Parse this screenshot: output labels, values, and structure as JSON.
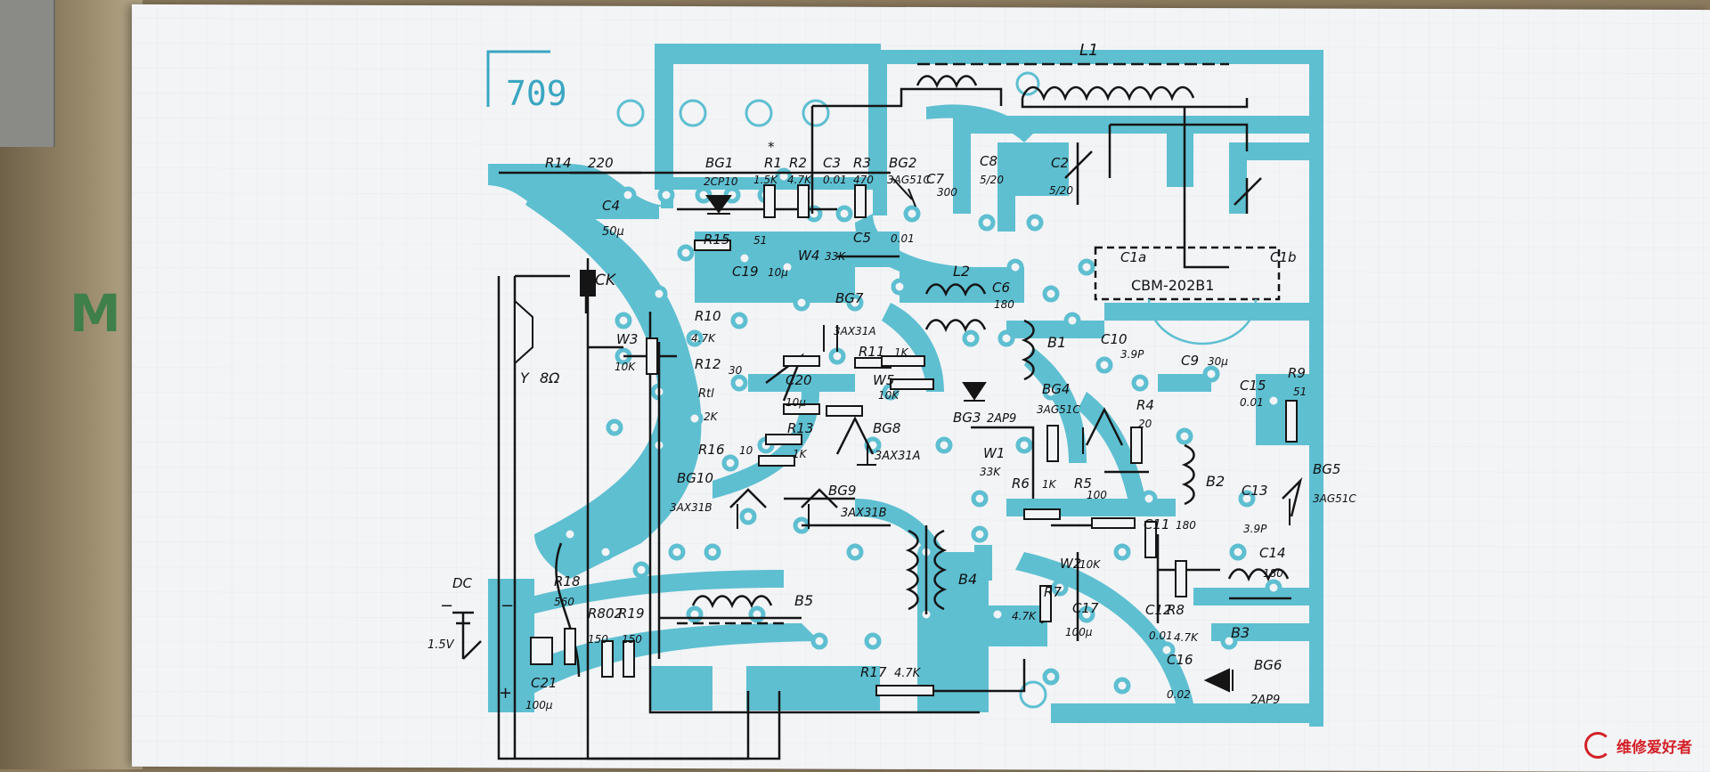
{
  "board_code": "709",
  "background_print": "M",
  "watermark": "维修爱好者",
  "labels": {
    "r14": "R14",
    "r14_val": "220",
    "c4": "C4",
    "c4_val": "50μ",
    "bg1": "BG1",
    "bg1_val": "2CP10",
    "r1": "R1",
    "r1_val": "1.5K",
    "r1_mark": "*",
    "r2": "R2",
    "r2_val": "4.7K",
    "c3": "C3",
    "c3_val": "0.01",
    "r3": "R3",
    "r3_val": "470",
    "bg2": "BG2",
    "bg2_val": "3AG51C",
    "c7": "C7",
    "c7_val": "300",
    "c8": "C8",
    "c8_val": "5/20",
    "c2": "C2",
    "c2_val": "5/20",
    "l1": "L1",
    "l2": "L2",
    "r15": "R15",
    "r15_val": "51",
    "w4": "W4",
    "w4_val": "33K",
    "c5": "C5",
    "c5_val": "0.01",
    "c1a": "C1a",
    "c1b": "C1b",
    "cbm": "CBM-202B1",
    "c19": "C19",
    "c19_val": "10μ",
    "ck": "CK",
    "bg7": "BG7",
    "bg7_val": "3AX31A",
    "r10": "R10",
    "r10_val": "4.7K",
    "r12": "R12",
    "r12_val": "30",
    "rtl": "Rtl",
    "rtl_val": "2K",
    "c6": "C6",
    "c6_val": "180",
    "b1": "B1",
    "c10": "C10",
    "c10_val": "3.9P",
    "c9": "C9",
    "c9_val": "30μ",
    "r9": "R9",
    "r9_val": "51",
    "c15": "C15",
    "c15_val": "0.01",
    "r11": "R11",
    "r11_val": "1K",
    "w5": "W5",
    "w5_val": "10K",
    "c20": "C20",
    "c20_val": "10μ",
    "w3": "W3",
    "w3_val": "10K",
    "spk": "Y",
    "spk_val": "8Ω",
    "r13": "R13",
    "r13_val": "1K",
    "bg8": "BG8",
    "bg8_val": "3AX31A",
    "bg3": "BG3",
    "bg3_val": "2AP9",
    "bg4": "BG4",
    "bg4_val": "3AG51C",
    "r4": "R4",
    "r4_val": "20",
    "r16": "R16",
    "r16_val": "10",
    "w1": "W1",
    "w1_val": "33K",
    "r6": "R6",
    "r6_val": "1K",
    "r5": "R5",
    "r5_val": "100",
    "b2": "B2",
    "c13": "C13",
    "c13_val": "3.9P",
    "bg5": "BG5",
    "bg5_val": "3AG51C",
    "bg10": "BG10",
    "bg10_val": "3AX31B",
    "bg9": "BG9",
    "bg9_val": "3AX31B",
    "c11": "C11",
    "c11_val": "180",
    "c14": "C14",
    "c14_val": "180",
    "w2": "W2",
    "w2_val": "10K",
    "b4": "B4",
    "dc": "DC",
    "dc_val": "1.5V",
    "r18": "R18",
    "r18_val": "560",
    "r802": "R802",
    "r802_val": "150",
    "r19": "R19",
    "r19_val": "150",
    "b5": "B5",
    "r7": "R7",
    "r7_val": "4.7K",
    "c17": "C17",
    "c17_val": "100μ",
    "c12": "C12",
    "c12_val": "0.01",
    "r8": "R8",
    "r8_val": "4.7K",
    "b3": "B3",
    "c21": "C21",
    "c21_val": "100μ",
    "r17": "R17",
    "r17_val": "4.7K",
    "c16": "C16",
    "c16_val": "0.02",
    "bg6": "BG6",
    "bg6_val": "2AP9",
    "minus": "−",
    "plus": "+"
  }
}
